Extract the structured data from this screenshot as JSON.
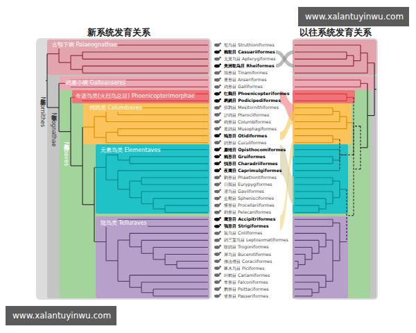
{
  "diagram": {
    "nodes": [
      {
        "text": [
          "新鸟亚纲 Neornithes"
        ]
      },
      {
        "text": [
          "古颚下纲 Palaeognathae"
        ],
        "in": 0
      },
      {
        "text": [
          "今颚下纲 Neognathae"
        ],
        "in": 0
      },
      {
        "text": [
          "鸡雁小纲 Galloanseres"
        ],
        "in": 2
      },
      {
        "text": [
          "新鸟小纲 Neoaves"
        ],
        "in": 2
      },
      {
        "text": [
          "奇迹鸟类(火烈鸟总目) Phoenicopterimorphae"
        ],
        "in": 4
      },
      {
        "text": [
          "鸽鸨类 Columbaves"
        ],
        "in": 4
      },
      {
        "text": [
          "元素鸟类 Elementaves"
        ],
        "in": 4
      },
      {
        "text": [
          "陆鸟类 Telluraves"
        ],
        "in": 4
      }
    ],
    "labels": [
      "www.xalantuyinwu.com",
      "新系统发育关系",
      "以往系统发育关系",
      "鸵鸟目 Struthioniformes",
      "鹤鸵目 Casuariiformes",
      "无翼鸟目 Apterygiformes",
      "美洲鸵鸟目 Rheiformes",
      "䳍形目 Tinamiformes",
      "雁形目 Anseriformes",
      "鸡形目 Galliformes",
      "红鹳目 Phoenicopteriformes",
      "䴙䴘目 Podicipediformes",
      "拟鹑目 Mesitornithiformes",
      "沙鸡目 Pterocliformes",
      "鸽形目 Columbiformes",
      "蕉鹃目 Musophagiformes",
      "鸨形目 Otidiformes",
      "鹃形目 Cuculiformes",
      "麝雉目 Opisthocomiformes",
      "鹤形目 Gruiformes",
      "鸻形目 Charadriiformes",
      "夜鹰目 Caprimulgiformes",
      "鹲形目 Phaethontiformes",
      "日鳽目 Eurypygiformes",
      "潜鸟目 Gaviiformes",
      "企鹅目 Sphenisciformes",
      "鹱形目 Procellariiformes",
      "鹈形目 Pelecaniformes",
      "鹰形目 Accipitriformes",
      "鸮形目 Strigiformes",
      "鼠鸟目 Coliiformes",
      "鹃三宝鸟目 Leptosomatiformes",
      "咬鹃目 Trogoniformes",
      "犀鸟目 Bucerotiformes",
      "佛法僧目 Coraciiformes",
      "啄木鸟目 Piciformes",
      "叫鹤目 Cariamiformes",
      "隼形目 Falconiformes",
      "鹦形目 Psittaciformes",
      "雀形目 Passeriformes",
      "www.xalantuyinwu.com"
    ]
  }
}
